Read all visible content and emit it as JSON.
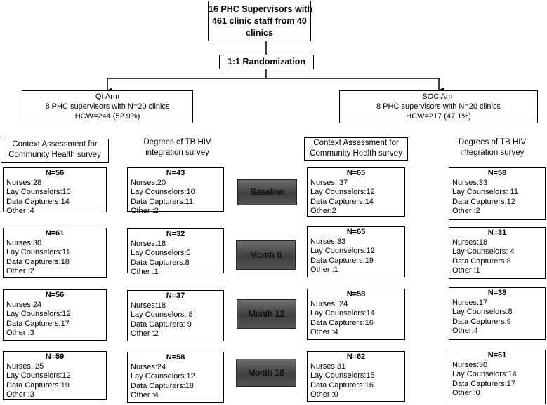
{
  "top": {
    "lines": [
      "16 PHC Supervisors with",
      "461 clinic staff from 40",
      "clinics"
    ]
  },
  "randomization": "1:1 Randomization",
  "arms": {
    "qi": {
      "lines": [
        "QI Arm",
        "8 PHC supervisors with N=20 clinics",
        "HCW=244 (52.9%)"
      ]
    },
    "soc": {
      "lines": [
        "SOC Arm",
        "8 PHC supervisors with N=20 clinics",
        "HCW=217 (47.1%)"
      ]
    }
  },
  "surveys": {
    "qi_context": [
      "Context Assessment for",
      "Community Health survey"
    ],
    "qi_degrees": [
      "Degrees of TB HIV",
      "integration survey"
    ],
    "soc_context": [
      "Context Assessment for",
      "Community Health survey"
    ],
    "soc_degrees": [
      "Degrees of TB HIV",
      "integration survey"
    ]
  },
  "timepoints": [
    "Baseline",
    "Month 6",
    "Month 12",
    "Month 18"
  ],
  "columns": {
    "qi_context": [
      {
        "n": "N=56",
        "rows": [
          "Nurses:28",
          "Lay Counselors:10",
          "Data Capturers:14",
          "Other :4"
        ]
      },
      {
        "n": "N=61",
        "rows": [
          "Nurses:30",
          "Lay Counselors:11",
          "Data Capturers:18",
          "Other :2"
        ]
      },
      {
        "n": "N=56",
        "rows": [
          "Nurses:24",
          "Lay Counselors:12",
          "Data Capturers:17",
          "Other :3"
        ]
      },
      {
        "n": "N=59",
        "rows": [
          "Nurses::25",
          "Lay Counselors:12",
          "Data Capturers:19",
          "Other :3"
        ]
      }
    ],
    "qi_degrees": [
      {
        "n": "N=43",
        "rows": [
          "Nurses:20",
          "Lay Counselors:10",
          "Data Capturers:11",
          "Other :2"
        ]
      },
      {
        "n": "N=32",
        "rows": [
          "Nurses:18",
          "Lay Counselors:5",
          "Data Capturers:8",
          "Other :1"
        ]
      },
      {
        "n": "N=37",
        "rows": [
          "Nurses:18",
          "Lay Counselors: 8",
          "Data Capturers: 9",
          "Other :2"
        ]
      },
      {
        "n": "N=58",
        "rows": [
          "Nurses:24",
          "Lay Counselors:12",
          "Data Capturers:18",
          "Other :4"
        ]
      }
    ],
    "soc_context": [
      {
        "n": "N=65",
        "rows": [
          "Nurses: 37",
          "Lay Counselors:12",
          "Data Capturers:14",
          "Other:2"
        ]
      },
      {
        "n": "N=65",
        "rows": [
          "Nurses:33",
          "Lay Counselors:12",
          "Data Capturers:19",
          "Other :1"
        ]
      },
      {
        "n": "N=58",
        "rows": [
          "Nurses: 24",
          "Lay Counselors:14",
          "Data Capturers:16",
          "Other :4"
        ]
      },
      {
        "n": "N=62",
        "rows": [
          "Nurses:31",
          "Lay Counselors:15",
          "Data Capturers:16",
          "Other :0"
        ]
      }
    ],
    "soc_degrees": [
      {
        "n": "N=58",
        "rows": [
          "Nurses:33",
          "Lay Counselors: 11",
          "Data Capturers:12",
          "Other :2"
        ]
      },
      {
        "n": "N=31",
        "rows": [
          "Nurses:18",
          "Lay Counselors: 4",
          "Data Capturers:8",
          "Other :1"
        ]
      },
      {
        "n": "N=38",
        "rows": [
          "Nurses:17",
          "Lay Counselors:8",
          "Data Capturers:9",
          "Other:4"
        ]
      },
      {
        "n": "N=61",
        "rows": [
          "Nurses:30",
          "Lay Counselors:14",
          "Data Capturers:17",
          "Other :0"
        ]
      }
    ]
  }
}
